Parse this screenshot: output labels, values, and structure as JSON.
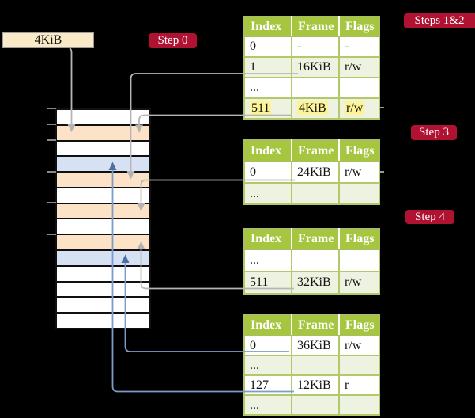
{
  "size_box": {
    "label": "4KiB"
  },
  "labels": [
    {
      "id": "step0",
      "text": "Step 0"
    },
    {
      "id": "steps12",
      "text": "Steps 1&2"
    },
    {
      "id": "step3",
      "text": "Step 3"
    },
    {
      "id": "step4",
      "text": "Step 4"
    }
  ],
  "tables": [
    {
      "name": "table-steps-1-2",
      "headers": [
        "Index",
        "Frame",
        "Flags"
      ],
      "rows": [
        {
          "cells": [
            "0",
            "-",
            "-"
          ],
          "shaded": false,
          "highlight": false
        },
        {
          "cells": [
            "1",
            "16KiB",
            "r/w"
          ],
          "shaded": true,
          "highlight": false
        },
        {
          "cells": [
            "...",
            "",
            ""
          ],
          "shaded": false,
          "highlight": false
        },
        {
          "cells": [
            "511",
            "4KiB",
            "r/w"
          ],
          "shaded": true,
          "highlight": true
        }
      ]
    },
    {
      "name": "table-step-3",
      "headers": [
        "Index",
        "Frame",
        "Flags"
      ],
      "rows": [
        {
          "cells": [
            "0",
            "24KiB",
            "r/w"
          ],
          "shaded": false,
          "highlight": false
        },
        {
          "cells": [
            "...",
            "",
            ""
          ],
          "shaded": true,
          "highlight": false
        }
      ]
    },
    {
      "name": "table-step-4",
      "headers": [
        "Index",
        "Frame",
        "Flags"
      ],
      "rows": [
        {
          "cells": [
            "...",
            "",
            ""
          ],
          "shaded": false,
          "highlight": false
        },
        {
          "cells": [
            "511",
            "32KiB",
            "r/w"
          ],
          "shaded": true,
          "highlight": false
        }
      ]
    },
    {
      "name": "table-final",
      "headers": [
        "Index",
        "Frame",
        "Flags"
      ],
      "rows": [
        {
          "cells": [
            "0",
            "36KiB",
            "r/w"
          ],
          "shaded": false,
          "highlight": false
        },
        {
          "cells": [
            "...",
            "",
            ""
          ],
          "shaded": true,
          "highlight": false
        },
        {
          "cells": [
            "127",
            "12KiB",
            "r"
          ],
          "shaded": false,
          "highlight": false
        },
        {
          "cells": [
            "...",
            "",
            ""
          ],
          "shaded": true,
          "highlight": false
        }
      ]
    }
  ],
  "memory": {
    "rows": [
      "white",
      "orange",
      "white",
      "blue",
      "orange",
      "white",
      "orange",
      "white",
      "orange",
      "blue",
      "white",
      "white",
      "white",
      "white"
    ]
  },
  "connectors": [
    {
      "from": "size-box-4kib",
      "to": "memory-row-2",
      "color": "gray"
    },
    {
      "from": "table1-row-1",
      "to": "memory-row-5",
      "color": "gray"
    },
    {
      "from": "table1-row-511",
      "to": "memory-row-2",
      "color": "gray"
    },
    {
      "from": "table2-row-0",
      "to": "memory-row-7",
      "color": "gray"
    },
    {
      "from": "table3-row-511",
      "to": "memory-row-9",
      "color": "gray"
    },
    {
      "from": "table4-row-0",
      "to": "memory-row-10",
      "color": "blue"
    },
    {
      "from": "table4-row-127",
      "to": "memory-row-4",
      "color": "blue"
    }
  ],
  "colors": {
    "background": "#000000",
    "badge_red": "#b01231",
    "header_green": "#a6c640",
    "row_shaded_green": "#eef2e0",
    "table_border_green": "#b2c96a",
    "highlight_yellow": "#fdf496",
    "frame_orange": "#fce3c8",
    "frame_blue": "#d6e2f4",
    "box_cream": "#f9e9c6",
    "line_gray": "#b6b6b6",
    "line_blue": "#7d9cca",
    "arrow_blue": "#4c6f9f"
  }
}
